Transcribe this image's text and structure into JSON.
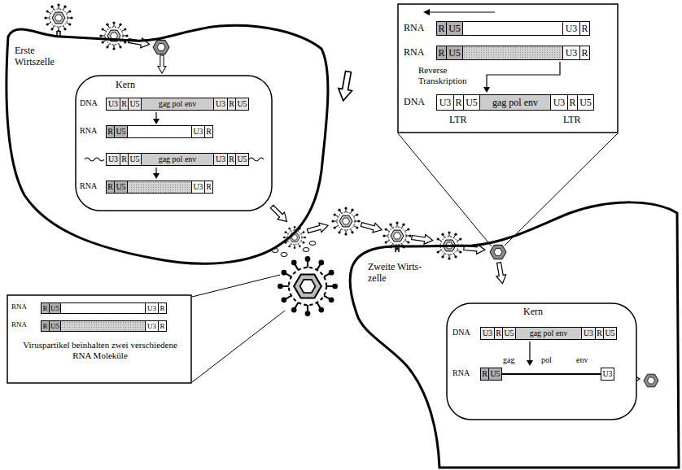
{
  "diagram": {
    "nodes": [
      {
        "text": [
          "Erste Wirtszelle"
        ]
      },
      {
        "text": [
          "Kern",
          "DNA",
          "RNA",
          "RNA"
        ],
        "in": 0
      },
      {
        "text": [
          "U3"
        ],
        "in": 1
      },
      {
        "text": [
          "R"
        ],
        "in": 1
      },
      {
        "text": [
          "U5"
        ],
        "in": 1
      },
      {
        "text": [
          "gag pol env"
        ],
        "in": 1
      },
      {
        "text": [
          "U3"
        ],
        "in": 1
      },
      {
        "text": [
          "R"
        ],
        "in": 1
      },
      {
        "text": [
          "U5"
        ],
        "in": 1
      },
      {
        "text": [
          "R"
        ],
        "in": 1
      },
      {
        "text": [
          "U5"
        ],
        "in": 1
      },
      {
        "text": [
          "U3"
        ],
        "in": 1
      },
      {
        "text": [
          "R"
        ],
        "in": 1
      },
      {
        "text": [
          "U3"
        ],
        "in": 1
      },
      {
        "text": [
          "R"
        ],
        "in": 1
      },
      {
        "text": [
          "U5"
        ],
        "in": 1
      },
      {
        "text": [
          "gag pol env"
        ],
        "in": 1
      },
      {
        "text": [
          "U3"
        ],
        "in": 1
      },
      {
        "text": [
          "R"
        ],
        "in": 1
      },
      {
        "text": [
          "U5"
        ],
        "in": 1
      },
      {
        "text": [
          "R"
        ],
        "in": 1
      },
      {
        "text": [
          "U5"
        ],
        "in": 1
      },
      {
        "text": [
          "U3"
        ],
        "in": 1
      },
      {
        "text": [
          "R"
        ],
        "in": 1
      },
      {
        "text": [
          "RNA",
          "RNA",
          "Reverse Transkription",
          "DNA",
          "LTR",
          "LTR"
        ]
      },
      {
        "text": [
          "R"
        ],
        "in": 24
      },
      {
        "text": [
          "U5"
        ],
        "in": 24
      },
      {
        "text": [
          "U3"
        ],
        "in": 24
      },
      {
        "text": [
          "R"
        ],
        "in": 24
      },
      {
        "text": [
          "R"
        ],
        "in": 24
      },
      {
        "text": [
          "U5"
        ],
        "in": 24
      },
      {
        "text": [
          "U3"
        ],
        "in": 24
      },
      {
        "text": [
          "R"
        ],
        "in": 24
      },
      {
        "text": [
          "U3"
        ],
        "in": 24
      },
      {
        "text": [
          "R"
        ],
        "in": 24
      },
      {
        "text": [
          "U5"
        ],
        "in": 24
      },
      {
        "text": [
          "gag pol env"
        ],
        "in": 24
      },
      {
        "text": [
          "U3"
        ],
        "in": 24
      },
      {
        "text": [
          "R"
        ],
        "in": 24
      },
      {
        "text": [
          "U5"
        ],
        "in": 24
      },
      {
        "text": [
          "RNA",
          "RNA",
          "Viruspartikel beinhalten zwei verschiedene RNA Moleküle"
        ]
      },
      {
        "text": [
          "R"
        ],
        "in": 40
      },
      {
        "text": [
          "U5"
        ],
        "in": 40
      },
      {
        "text": [
          "U3"
        ],
        "in": 40
      },
      {
        "text": [
          "R"
        ],
        "in": 40
      },
      {
        "text": [
          "R"
        ],
        "in": 40
      },
      {
        "text": [
          "U5"
        ],
        "in": 40
      },
      {
        "text": [
          "U3"
        ],
        "in": 40
      },
      {
        "text": [
          "R"
        ],
        "in": 40
      },
      {
        "text": [
          "Zweite Wirts- zelle"
        ]
      },
      {
        "text": [
          "Kern",
          "DNA",
          "RNA",
          "gag",
          "pol",
          "env"
        ],
        "in": 49
      },
      {
        "text": [
          "U3"
        ],
        "in": 50
      },
      {
        "text": [
          "R"
        ],
        "in": 50
      },
      {
        "text": [
          "U5"
        ],
        "in": 50
      },
      {
        "text": [
          "gag pol env"
        ],
        "in": 50
      },
      {
        "text": [
          "U3"
        ],
        "in": 50
      },
      {
        "text": [
          "R"
        ],
        "in": 50
      },
      {
        "text": [
          "U5"
        ],
        "in": 50
      },
      {
        "text": [
          "R"
        ],
        "in": 50
      },
      {
        "text": [
          "U5"
        ],
        "in": 50
      },
      {
        "text": [
          "U3"
        ],
        "in": 50
      }
    ]
  }
}
